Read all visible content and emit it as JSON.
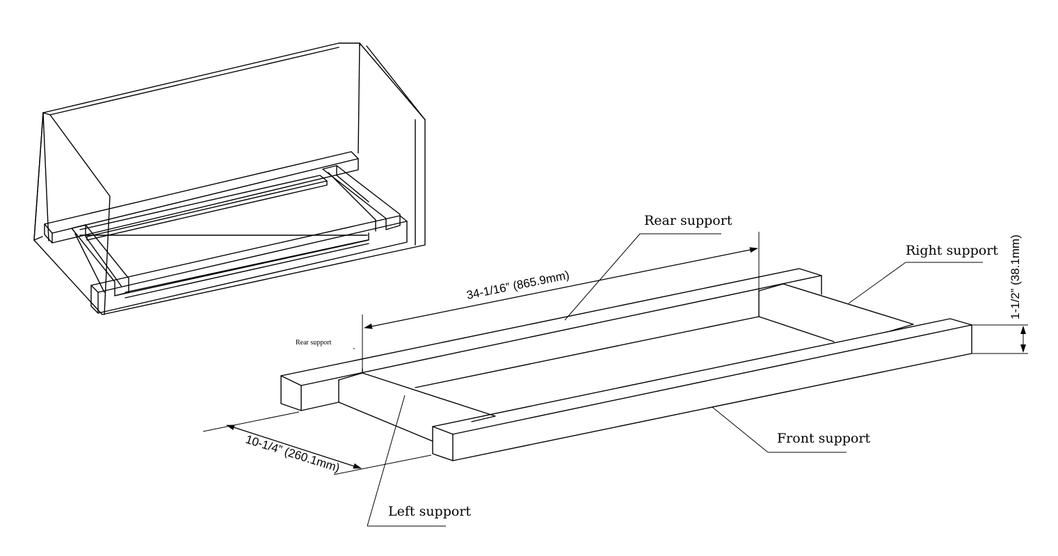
{
  "labels": {
    "rear_support": "Rear support",
    "rear_support_small": "Rear support",
    "right_support": "Right support",
    "front_support": "Front support",
    "left_support": "Left support"
  },
  "dimensions": {
    "length": "34-1/16” (865.9mm)",
    "depth": "10-1/4” (260.1mm)",
    "height": "1-1/2” (38.1mm)"
  }
}
